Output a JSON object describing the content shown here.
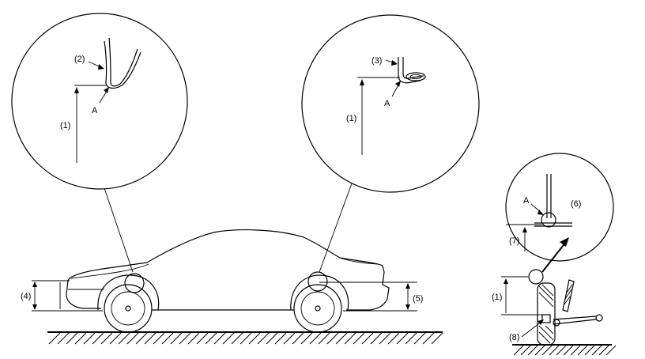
{
  "labels": {
    "l1_left": "(1)",
    "l2": "(2)",
    "a_left": "A",
    "l1_mid": "(1)",
    "l3": "(3)",
    "a_mid": "A",
    "l4": "(4)",
    "l5": "(5)",
    "a_right": "A",
    "l6": "(6)",
    "l7": "(7)",
    "l1_right": "(1)",
    "l8": "(8)"
  }
}
